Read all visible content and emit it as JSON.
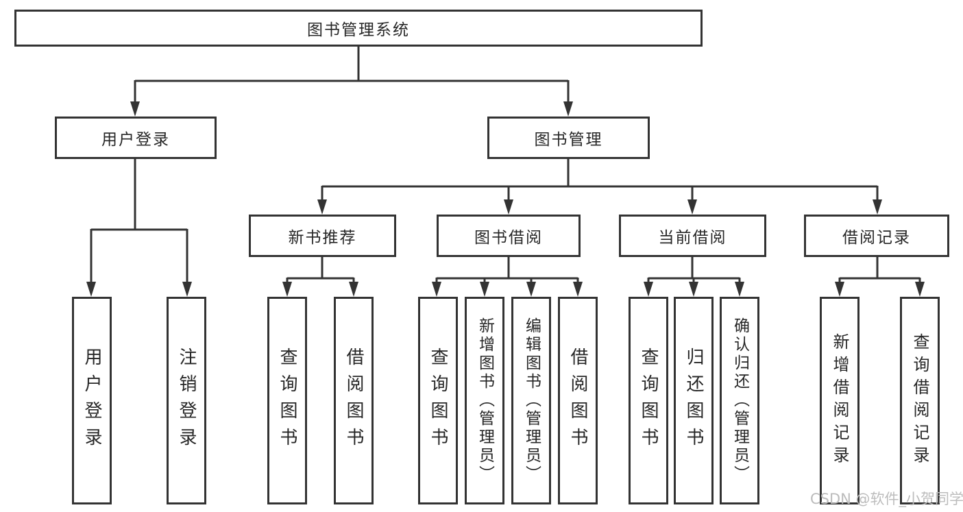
{
  "diagram_title": "图书管理系统",
  "tree": {
    "label": "图书管理系统",
    "children": [
      {
        "label": "用户登录",
        "children": [
          {
            "label": "用户登录"
          },
          {
            "label": "注销登录"
          }
        ]
      },
      {
        "label": "图书管理",
        "children": [
          {
            "label": "新书推荐",
            "children": [
              {
                "label": "查询图书"
              },
              {
                "label": "借阅图书"
              }
            ]
          },
          {
            "label": "图书借阅",
            "children": [
              {
                "label": "查询图书"
              },
              {
                "label": "新增图书（管理员）"
              },
              {
                "label": "编辑图书（管理员）"
              },
              {
                "label": "借阅图书"
              }
            ]
          },
          {
            "label": "当前借阅",
            "children": [
              {
                "label": "查询图书"
              },
              {
                "label": "归还图书"
              },
              {
                "label": "确认归还（管理员）"
              }
            ]
          },
          {
            "label": "借阅记录",
            "children": [
              {
                "label": "新增借阅记录"
              },
              {
                "label": "查询借阅记录"
              }
            ]
          }
        ]
      }
    ]
  },
  "watermark": {
    "text": "CSDN @软件_小贺同学"
  },
  "colors": {
    "line": "#333333",
    "box_border": "#333333",
    "text": "#262626",
    "watermark": "#bcbcbc",
    "background": "#ffffff"
  }
}
